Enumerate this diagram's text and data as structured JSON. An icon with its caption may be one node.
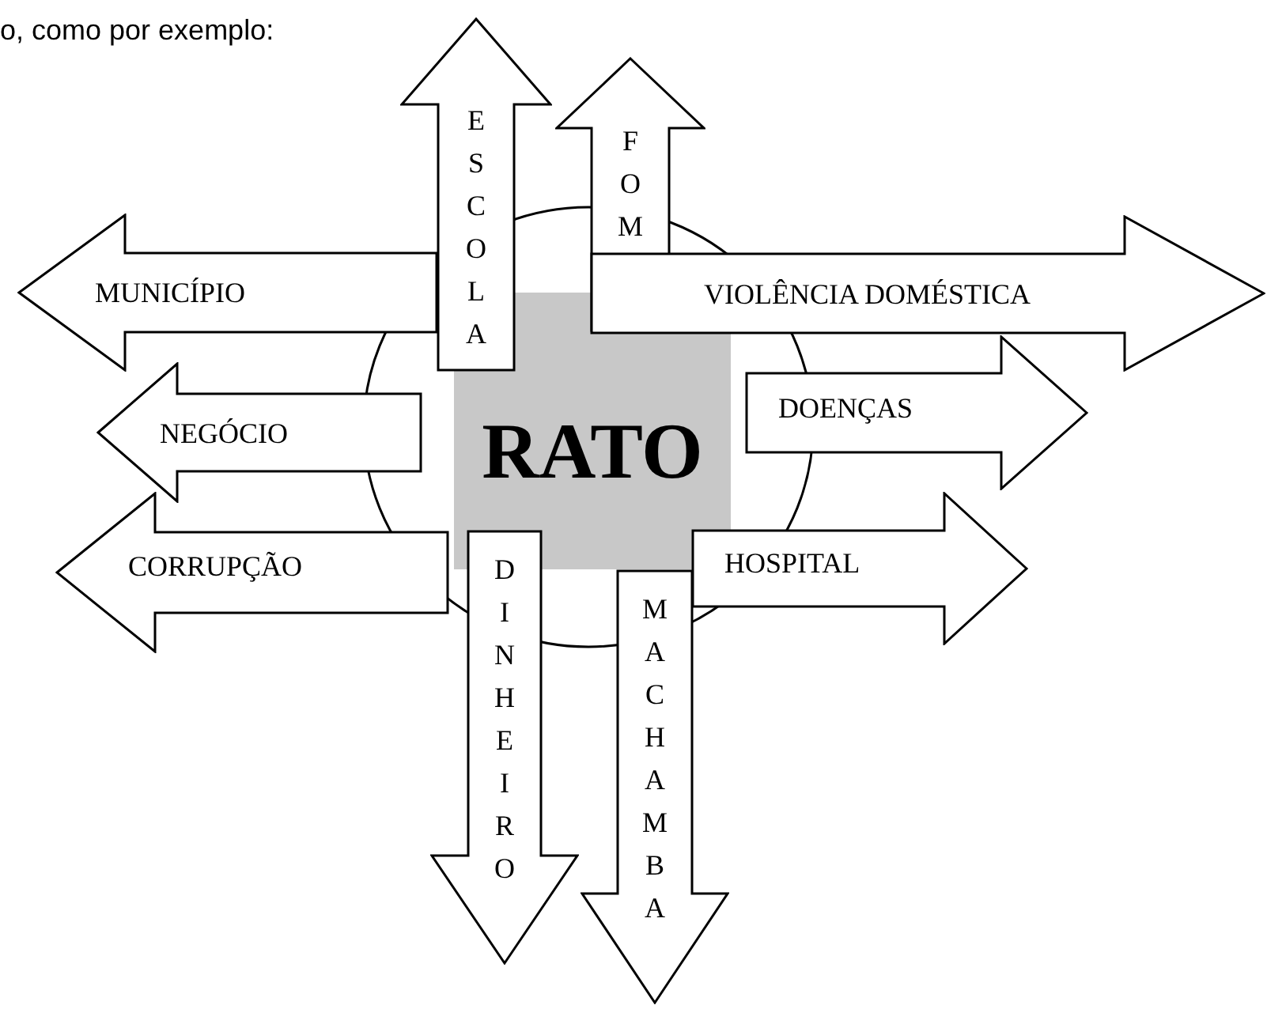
{
  "diagram": {
    "nodes": [
      {
        "text": [
          "ESCOLA"
        ]
      },
      {
        "text": [
          "FOME"
        ]
      },
      {
        "text": [
          "MUNICÍPIO"
        ]
      },
      {
        "text": [
          "VIOLÊNCIA DOMÉSTICA"
        ]
      },
      {
        "text": [
          "NEGÓCIO"
        ]
      },
      {
        "text": [
          "RATO"
        ]
      },
      {
        "text": [
          "DOENÇAS"
        ]
      },
      {
        "text": [
          "CORRUPÇÃO"
        ]
      },
      {
        "text": [
          "HOSPITAL"
        ]
      },
      {
        "text": [
          "DINHEIRO"
        ]
      },
      {
        "text": [
          "MACHAMBA"
        ]
      }
    ],
    "labels": [
      "o, como por exemplo:"
    ]
  }
}
